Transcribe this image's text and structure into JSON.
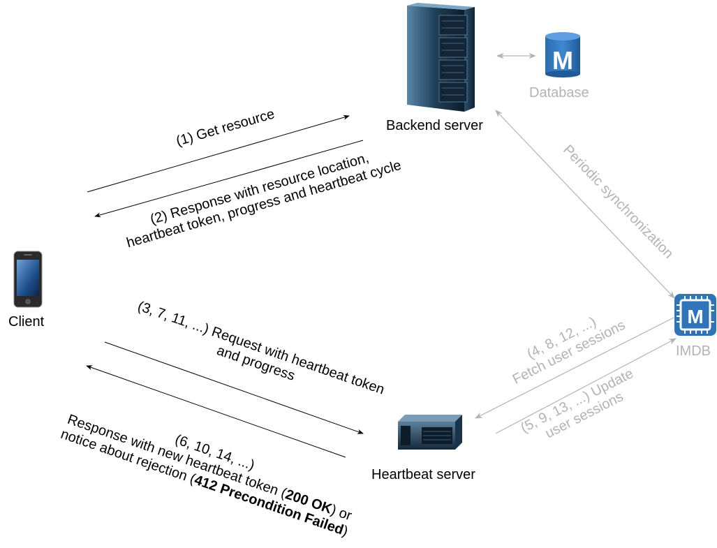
{
  "nodes": {
    "backend": "Backend server",
    "database": "Database",
    "client": "Client",
    "imdb": "IMDB",
    "heartbeat": "Heartbeat server",
    "db_icon_letter": "M",
    "imdb_icon_letter": "M"
  },
  "edges": {
    "get_resource": "(1) Get resource",
    "response_line1": "(2) Response with resource location,",
    "response_line2": "heartbeat token, progress and heartbeat cycle",
    "periodic_sync": "Periodic synchronization",
    "request_line1": "(3, 7, 11, ...) Request with heartbeat token",
    "request_line2": "and progress",
    "reply_line1": "(6, 10, 14, ...)",
    "reply_line2": "Response with new heartbeat token (",
    "reply_line2_bold": "200 OK",
    "reply_line2_end": ") or",
    "reply_line3": "notice about rejection (",
    "reply_line3_bold": "412 Precondition Failed",
    "reply_line3_end": ")",
    "fetch_line1": "(4, 8, 12, ...)",
    "fetch_line2": "Fetch user sessions",
    "update_line1": "(5, 9, 13, ...) Update",
    "update_line2": "user sessions"
  },
  "colors": {
    "arrow_dark": "#000000",
    "arrow_grey": "#b3b3b3",
    "icon_blue": "#2f74b9",
    "label_grey": "#b3b3b3"
  }
}
